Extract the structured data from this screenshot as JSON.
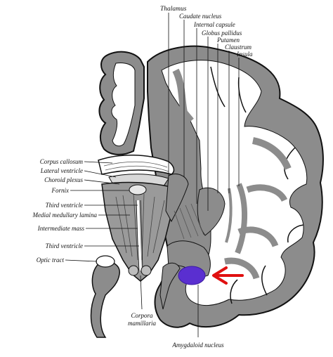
{
  "labels": {
    "thalamus": "Thalamus",
    "caudate_nucleus": "Caudate nucleus",
    "internal_capsule": "Internal capsule",
    "globus_pallidus": "Globus pallidus",
    "putamen": "Putamen",
    "claustrum": "Claustrum",
    "insula": "Insula",
    "corpus_callosum": "Corpus callosum",
    "lateral_ventricle": "Lateral ventricle",
    "choroid_plexus": "Choroid plexus",
    "fornix": "Fornix",
    "third_ventricle_upper": "Third ventricle",
    "medial_medullary_lamina": "Medial medullary lamina",
    "intermediate_mass": "Intermediate mass",
    "third_ventricle_lower": "Third ventricle",
    "optic_tract": "Optic tract",
    "corpora_mamillaria_1": "Corpora",
    "corpora_mamillaria_2": "mamillaria",
    "amygdaloid_nucleus": "Amygdaloid nucleus"
  },
  "colors": {
    "highlight": "#5a2fd0",
    "arrow": "#e01010",
    "gray_matter": "#8c8c8c",
    "white_matter": "#ffffff",
    "outline": "#111111"
  }
}
